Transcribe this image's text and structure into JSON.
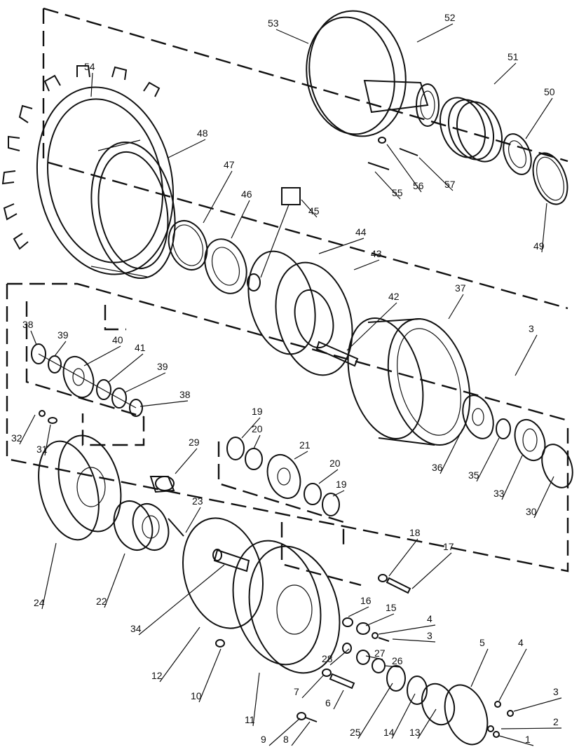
{
  "callouts": [
    "53",
    "52",
    "51",
    "50",
    "54",
    "48",
    "47",
    "46",
    "45",
    "44",
    "43",
    "42",
    "37",
    "3",
    "38",
    "39",
    "40",
    "41",
    "39",
    "38",
    "32",
    "31",
    "29",
    "19",
    "20",
    "21",
    "20",
    "19",
    "36",
    "35",
    "33",
    "30",
    "24",
    "22",
    "23",
    "34",
    "12",
    "10",
    "11",
    "18",
    "17",
    "16",
    "15",
    "4",
    "3",
    "27",
    "28",
    "26",
    "7",
    "6",
    "25",
    "14",
    "13",
    "5",
    "4",
    "3",
    "2",
    "1",
    "9",
    "8",
    "55",
    "56",
    "57",
    "49"
  ]
}
